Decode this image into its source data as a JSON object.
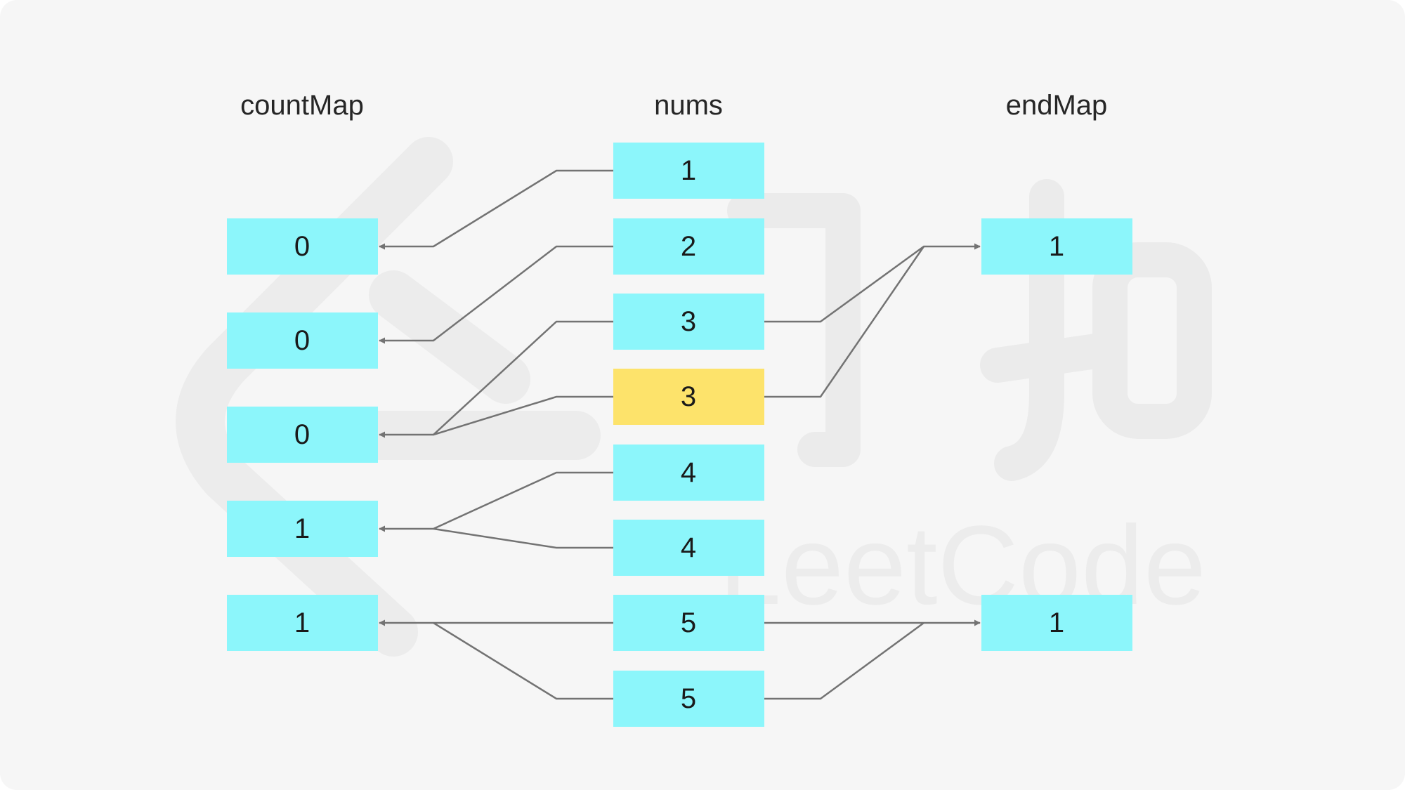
{
  "colors": {
    "background": "#f6f6f6",
    "cell": "#8cf6fb",
    "highlight": "#fde36b",
    "arrow": "#737373",
    "text": "#1a1a1a"
  },
  "watermark": {
    "icon": "leetcode-logo-icon",
    "text": "LeetCode"
  },
  "columns": {
    "countMap": {
      "title": "countMap",
      "values": [
        "0",
        "0",
        "0",
        "1",
        "1"
      ]
    },
    "nums": {
      "title": "nums",
      "values": [
        "1",
        "2",
        "3",
        "3",
        "4",
        "4",
        "5",
        "5"
      ],
      "highlighted_index": 3
    },
    "endMap": {
      "title": "endMap",
      "values": [
        "1",
        "1"
      ]
    }
  }
}
